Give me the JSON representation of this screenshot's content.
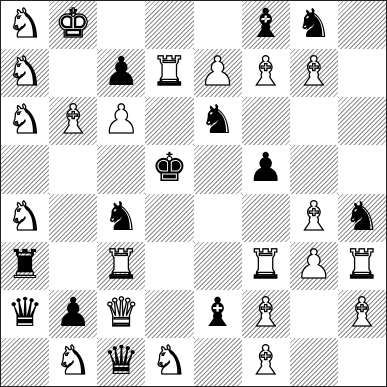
{
  "board": {
    "files": [
      "a",
      "b",
      "c",
      "d",
      "e",
      "f",
      "g",
      "h"
    ],
    "ranks": [
      8,
      7,
      6,
      5,
      4,
      3,
      2,
      1
    ],
    "squares": [
      [
        "N",
        "K",
        "",
        "",
        "",
        "b",
        "n",
        ""
      ],
      [
        "N",
        "",
        "p",
        "R",
        "P",
        "B",
        "B",
        ""
      ],
      [
        "N",
        "B",
        "P",
        "",
        "n",
        "",
        "",
        ""
      ],
      [
        "",
        "",
        "",
        "k",
        "",
        "p",
        "",
        ""
      ],
      [
        "N",
        "",
        "n",
        "",
        "",
        "",
        "B",
        "n"
      ],
      [
        "r",
        "",
        "R",
        "",
        "",
        "R",
        "P",
        "R"
      ],
      [
        "q",
        "p",
        "Q",
        "",
        "b",
        "B",
        "",
        "B"
      ],
      [
        "",
        "N",
        "q",
        "N",
        "",
        "B",
        "",
        ""
      ]
    ]
  },
  "piece_names": {
    "K": "white-king",
    "Q": "white-queen",
    "R": "white-rook",
    "B": "white-bishop",
    "N": "white-knight",
    "P": "white-pawn",
    "k": "black-king",
    "q": "black-queen",
    "r": "black-rook",
    "b": "black-bishop",
    "n": "black-knight",
    "p": "black-pawn"
  },
  "piece_glyphs": {
    "K": "♚",
    "Q": "♛",
    "R": "♜",
    "B": "♝",
    "N": "♞",
    "P": "♟",
    "k": "♚",
    "q": "♛",
    "r": "♜",
    "b": "♝",
    "n": "♞",
    "p": "♟"
  }
}
